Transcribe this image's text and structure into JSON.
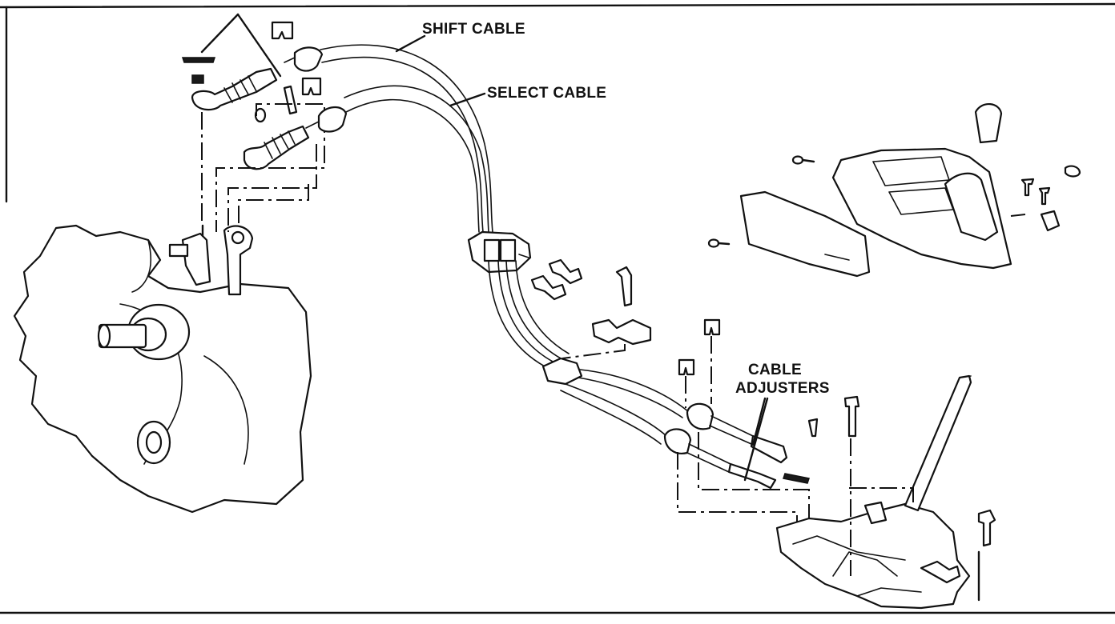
{
  "labels": {
    "shift_cable": "SHIFT CABLE",
    "select_cable": "SELECT CABLE",
    "cable_adjusters_line1": "CABLE",
    "cable_adjusters_line2": "ADJUSTERS"
  },
  "colors": {
    "ink": "#111111",
    "paper": "#ffffff"
  }
}
